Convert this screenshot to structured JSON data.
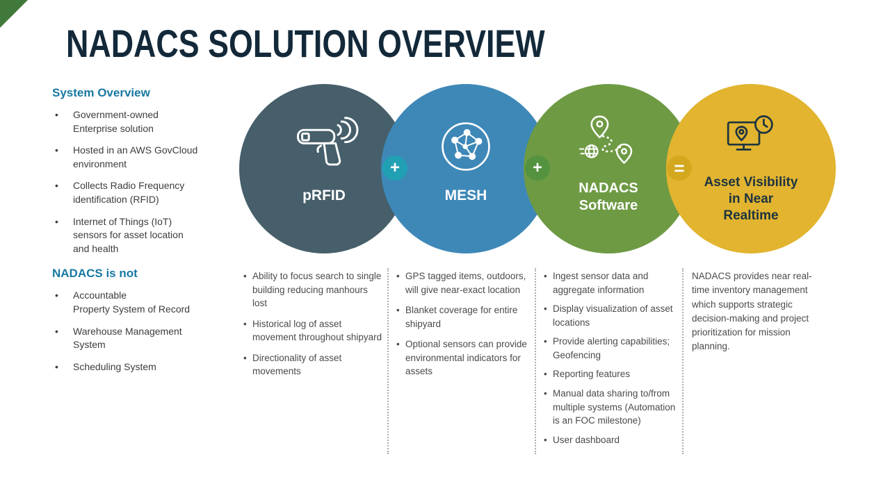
{
  "title": "NADACS SOLUTION OVERVIEW",
  "colors": {
    "title": "#13293a",
    "section_heading": "#1878a1",
    "circle_prfid": "#465f6a",
    "circle_mesh": "#3e88b8",
    "circle_nadacs_software": "#6e9a44",
    "circle_asset_visibility": "#e2b42f",
    "plus_badge_1": "#21a0b4",
    "plus_badge_2": "#55923f",
    "equals_badge": "#d3a71e",
    "corner_accent": "#41793b"
  },
  "left_panel": {
    "system_overview": {
      "heading": "System Overview",
      "items": [
        "Government-owned\nEnterprise solution",
        "Hosted in an AWS GovCloud\nenvironment",
        "Collects Radio Frequency\nidentification (RFID)",
        "Internet of Things (IoT)\nsensors for asset location\nand health"
      ]
    },
    "nadacs_is_not": {
      "heading": "NADACS is not",
      "items": [
        "Accountable\nProperty System of Record",
        "Warehouse Management\nSystem",
        "Scheduling System"
      ]
    }
  },
  "circles": [
    {
      "label": "pRFID",
      "icon": "rfid-scanner-icon",
      "bullets": [
        "Ability to focus search to single building reducing manhours lost",
        "Historical log of asset movement throughout shipyard",
        "Directionality of asset movements"
      ]
    },
    {
      "label": "MESH",
      "icon": "mesh-network-icon",
      "bullets": [
        "GPS tagged items, outdoors, will give near-exact location",
        "Blanket coverage for entire shipyard",
        "Optional sensors can provide environmental indicators for assets"
      ]
    },
    {
      "label": "NADACS\nSoftware",
      "icon": "asset-route-icon",
      "bullets": [
        "Ingest sensor data and aggregate information",
        "Display visualization of asset locations",
        "Provide alerting capabilities; Geofencing",
        "Reporting features",
        "Manual data sharing to/from multiple systems (Automation is an FOC milestone)",
        "User dashboard"
      ]
    },
    {
      "label": "Asset Visibility\nin Near\nRealtime",
      "icon": "monitor-pin-clock-icon",
      "paragraph": "NADACS provides near real-time inventory management which supports strategic decision-making and project prioritization for mission planning."
    }
  ],
  "connectors": [
    {
      "symbol": "+"
    },
    {
      "symbol": "+"
    },
    {
      "symbol": "="
    }
  ]
}
